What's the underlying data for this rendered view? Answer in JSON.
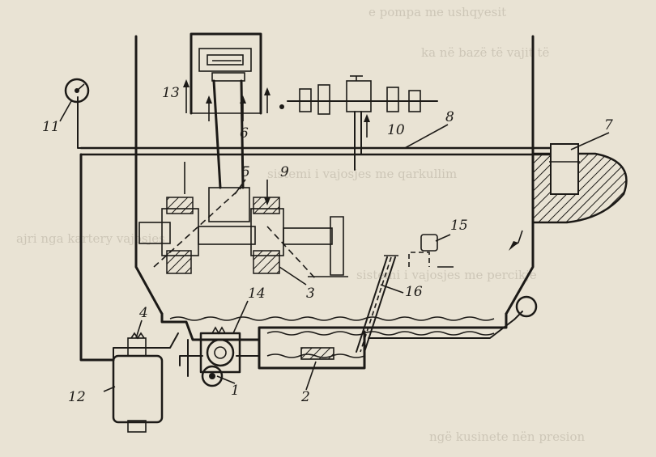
{
  "labels": [
    "1",
    "2",
    "3",
    "4",
    "5",
    "6",
    "7",
    "8",
    "9",
    "10",
    "11",
    "12",
    "13",
    "14",
    "15",
    "16"
  ],
  "background_text": [
    "e pompa me ushqyesit",
    "ka në bazë të vajit të",
    "sistemi i vajosjes me qarkullim",
    "ajri nga kartery vajosjes",
    "sistemi i vajosjes me percikje",
    "ngë kusinete nën presion"
  ]
}
